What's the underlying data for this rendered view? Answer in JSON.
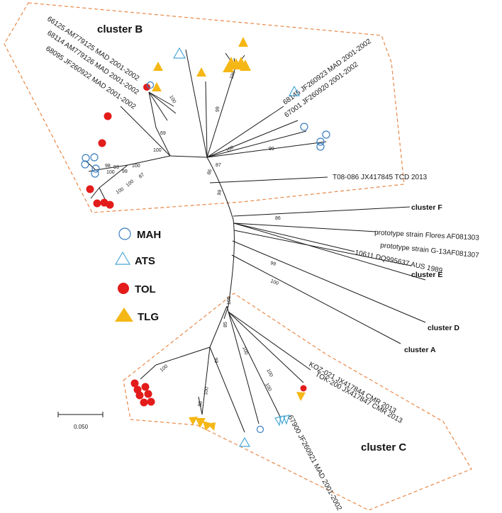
{
  "clusters": {
    "B": "cluster B",
    "C": "cluster C",
    "F": "cluster F",
    "E": "cluster E",
    "D": "cluster D",
    "A": "cluster A"
  },
  "tips": {
    "t66125": "66125 AM779125 MAD 2001-2002",
    "t68114": "68114 AM779126 MAD 2001-2002",
    "t68095": "68095 JF260922 MAD 2001-2002",
    "t68145": "68145 JF260923 MAD 2001-2002",
    "t67001": "67001 JF260920 2001-2002",
    "t08086": "T08-086 JX417845 TCD 2013",
    "flores": "prototype strain Flores AF081303",
    "g13": "prototype strain G-13AF081307",
    "t10611": "10611 DQ995637 AUS 1989",
    "koz": "KOZ-021 JX417844 CMR 2013",
    "tok": "TOK-200 JX417847 CMR 2013",
    "t67900": "67900 JF260921 MAD 2001-2002"
  },
  "bootstrap": {
    "b1": "100",
    "b2": "100",
    "b3": "99",
    "b4": "69",
    "b5": "100",
    "b6": "100",
    "b7": "98",
    "b8": "93",
    "b9": "99",
    "b10": "87",
    "b11": "100",
    "b12": "100",
    "b13": "100",
    "b14": "100",
    "b15": "99",
    "b16": "87",
    "b17": "86",
    "b18": "99",
    "b19": "86",
    "b20": "99",
    "b21": "100",
    "b22": "100",
    "b23": "85",
    "b24": "99",
    "b25": "100",
    "b26": "100",
    "b27": "100",
    "b28": "100",
    "b29": "88",
    "b30": "100"
  },
  "legend": {
    "mah": "MAH",
    "ats": "ATS",
    "tol": "TOL",
    "tlg": "TLG"
  },
  "scale": "0.050",
  "colors": {
    "box": "#e8894a",
    "mah": "#3a7ebf",
    "ats": "#4aa8d6",
    "tol": "#e31b1b",
    "tlg": "#f5b716"
  }
}
